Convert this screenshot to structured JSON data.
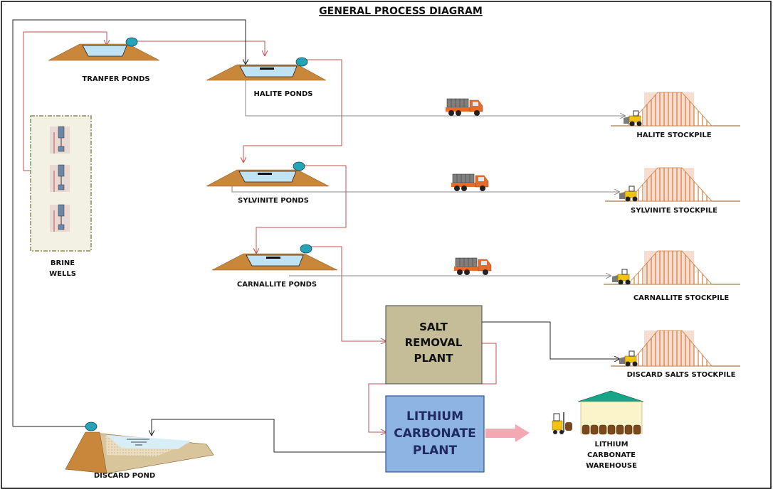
{
  "title": "GENERAL PROCESS DIAGRAM",
  "ponds": {
    "transfer": "TRANFER PONDS",
    "halite": "HALITE PONDS",
    "sylvinite": "SYLVINITE PONDS",
    "carnallite": "CARNALLITE PONDS",
    "discard": "DISCARD POND"
  },
  "wells": {
    "line1": "BRINE",
    "line2": "WELLS"
  },
  "stockpiles": {
    "halite": "HALITE STOCKPILE",
    "sylvinite": "SYLVINITE  STOCKPILE",
    "carnallite": "CARNALLITE  STOCKPILE",
    "discard": "DISCARD SALTS STOCKPILE"
  },
  "salt_plant": {
    "line1": "SALT",
    "line2": "REMOVAL",
    "line3": "PLANT"
  },
  "lithium_plant": {
    "line1": "LITHIUM",
    "line2": "CARBONATE",
    "line3": "PLANT"
  },
  "warehouse": {
    "line1": "LITHIUM",
    "line2": "CARBONATE",
    "line3": "WAREHOUSE"
  },
  "colors": {
    "flow_line": "#c0504d",
    "pond_earth": "#c8873a",
    "brine": "#bfe3f2",
    "salt_plant": "#c4bd97",
    "lithium_plant": "#8eb4e3",
    "truck": "#e46c2a",
    "loader": "#f2c313",
    "warehouse_roof": "#17a589"
  }
}
